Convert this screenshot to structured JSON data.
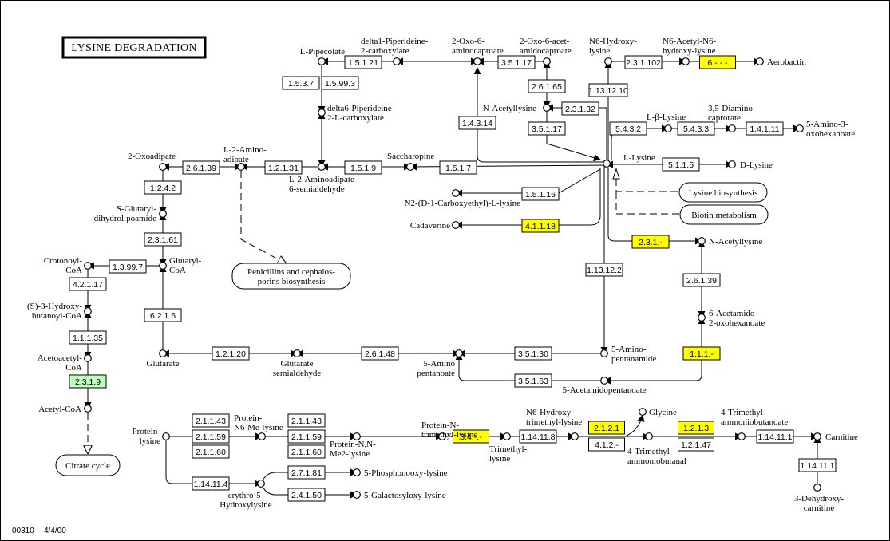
{
  "title": "LYSINE DEGRADATION",
  "footer": {
    "map_id": "00310",
    "date": "4/4/00"
  },
  "colors": {
    "highlight_yellow": "#ffff00",
    "highlight_green": "#bfffbf",
    "default_box": "#ffffff",
    "line": "#000000"
  },
  "compounds": {
    "l_pipecolate": [
      "L-Pipecolate"
    ],
    "delta1_piperideine": [
      "delta1-Piperideine-",
      "2-carboxylate"
    ],
    "oxo6_aminocaproate": [
      "2-Oxo-6-",
      "aminocaproate"
    ],
    "oxo6_acetamidocaproate": [
      "2-Oxo-6-acet-",
      "amidocaproate"
    ],
    "n6_hydroxy_lysine": [
      "N6-Hydroxy-",
      "lysine"
    ],
    "n6_acetyl_n6_hydroxy_lysine": [
      "N6-Acetyl-N6-",
      "hydroxy-lysine"
    ],
    "aerobactin": [
      "Aerobactin"
    ],
    "delta6_piperideine": [
      "delta6-Piperideine-",
      "2-L-carboxylate"
    ],
    "n_acetyllysine_top": [
      "N-Acetyllysine"
    ],
    "l_beta_lysine": [
      "L-β-Lysine"
    ],
    "diaminocaprorate": [
      "3,5-Diamino-",
      "caprorate"
    ],
    "amino_oxohexanoate": [
      "5-Amino-3-",
      "oxohexanoate"
    ],
    "oxoadipate": [
      "2-Oxoadipate"
    ],
    "l2_aminoadipate": [
      "L-2-Amino-",
      "adipate"
    ],
    "saccharopine": [
      "Saccharopine"
    ],
    "l_lysine": [
      "L-Lysine"
    ],
    "d_lysine": [
      "D-Lysine"
    ],
    "aminoadipate_semialdehyde": [
      "L-2-Aminoadipate",
      "6-semialdehyde"
    ],
    "n2_carboxyethyl_lysine": [
      "N2-(D-1-Carboxyethyl)-L-lysine"
    ],
    "cadaverine": [
      "Cadaverine"
    ],
    "s_glutaryl": [
      "S-Glutaryl-",
      "dihydrolipoamide"
    ],
    "crotonoyl_coa": [
      "Crotonoyl-",
      "CoA"
    ],
    "glutaryl_coa": [
      "Glutaryl-",
      "CoA"
    ],
    "hydroxybutanoyl_coa": [
      "(S)-3-Hydroxy-",
      "butanoyl-CoA"
    ],
    "acetoacetyl_coa": [
      "Acetoacetyl-",
      "CoA"
    ],
    "acetyl_coa": [
      "Acetyl-CoA"
    ],
    "glutarate": [
      "Glutarate"
    ],
    "glutarate_semialdehyde": [
      "Glutarate",
      "semialdehyde"
    ],
    "aminopentanoate": [
      "5-Amino",
      "pentanoate"
    ],
    "aminopentanamide": [
      "5-Amino-",
      "pentanamide"
    ],
    "acetamidopentanoate": [
      "5-Acetamidopentanoate"
    ],
    "n_acetyllysine_right": [
      "N-Acetyllysine"
    ],
    "acetamido_oxohexanoate": [
      "6-Acetamido-",
      "2-oxohexanoate"
    ],
    "protein_lysine": [
      "Protein-",
      "lysine"
    ],
    "protein_n6_me_lysine": [
      "Protein-",
      "N6-Me-lysine"
    ],
    "protein_nn_me2_lysine": [
      "Protein-N,N-",
      "Me2-lysine"
    ],
    "protein_n_trimethyl_lysine": [
      "Protein-N-",
      "trimethyl-lysine"
    ],
    "trimethyllysine": [
      "Trimethyl-",
      "lysine"
    ],
    "n6_hydroxy_trimethyl_lysine": [
      "N6-Hydroxy-",
      "trimethyl-lysine"
    ],
    "glycine": [
      "Glycine"
    ],
    "trimethylammoniobutanal": [
      "4-Trimethyl-",
      "ammoniobutanal"
    ],
    "trimethylammoniobutanoate": [
      "4-Trimethyl-",
      "ammoniobutanoate"
    ],
    "carnitine": [
      "Carnitine"
    ],
    "dehydroxycarnitine": [
      "3-Dehydroxy-",
      "carnitine"
    ],
    "erythro_hydroxylysine": [
      "erythro-5-",
      "Hydroxylysine"
    ],
    "phosphonooxy_lysine": [
      "5-Phosphonooxy-lysine"
    ],
    "galactosyloxy_lysine": [
      "5-Galactosyloxy-lysine"
    ]
  },
  "enzymes": {
    "e15121": {
      "label": "1.5.1.21",
      "status": "default"
    },
    "e15117a": {
      "label": "3.5.1.17",
      "status": "default"
    },
    "e231102": {
      "label": "2.3.1.102",
      "status": "default"
    },
    "e6xxx": {
      "label": "6.-.-.-",
      "status": "yellow"
    },
    "e1537": {
      "label": "1.5.3.7",
      "status": "default"
    },
    "e15993": {
      "label": "1.5.99.3",
      "status": "default"
    },
    "e26165": {
      "label": "2.6.1.65",
      "status": "default"
    },
    "e1131210": {
      "label": "1.13.12.10",
      "status": "default"
    },
    "e23132": {
      "label": "2.3.1.32",
      "status": "default"
    },
    "e14314": {
      "label": "1.4.3.14",
      "status": "default"
    },
    "e35117b": {
      "label": "3.5.1.17",
      "status": "default"
    },
    "e5432": {
      "label": "5.4.3.2",
      "status": "default"
    },
    "e5433": {
      "label": "5.4.3.3",
      "status": "default"
    },
    "e14111": {
      "label": "1.4.1.11",
      "status": "default"
    },
    "e26139a": {
      "label": "2.6.1.39",
      "status": "default"
    },
    "e12131": {
      "label": "1.2.1.31",
      "status": "default"
    },
    "e1519": {
      "label": "1.5.1.9",
      "status": "default"
    },
    "e1517": {
      "label": "1.5.1.7",
      "status": "default"
    },
    "e5115": {
      "label": "5.1.1.5",
      "status": "default"
    },
    "e1242": {
      "label": "1.2.4.2",
      "status": "default"
    },
    "e15116": {
      "label": "1.5.1.16",
      "status": "default"
    },
    "e41118": {
      "label": "4.1.1.18",
      "status": "yellow"
    },
    "e23161": {
      "label": "2.3.1.61",
      "status": "default"
    },
    "e23x": {
      "label": "2.3.1.-",
      "status": "yellow"
    },
    "e13997": {
      "label": "1.3.99.7",
      "status": "default"
    },
    "e42117": {
      "label": "4.2.1.17",
      "status": "default"
    },
    "e113122": {
      "label": "1.13.12.2",
      "status": "default"
    },
    "e26139b": {
      "label": "2.6.1.39",
      "status": "default"
    },
    "e6216": {
      "label": "6.2.1.6",
      "status": "default"
    },
    "e11135": {
      "label": "1.1.1.35",
      "status": "default"
    },
    "e12120": {
      "label": "1.2.1.20",
      "status": "default"
    },
    "e26148": {
      "label": "2.6.1.48",
      "status": "default"
    },
    "e35130": {
      "label": "3.5.1.30",
      "status": "default"
    },
    "e111x": {
      "label": "1.1.1.-",
      "status": "yellow"
    },
    "e2319": {
      "label": "2.3.1.9",
      "status": "green"
    },
    "e35163": {
      "label": "3.5.1.63",
      "status": "default"
    },
    "e21143a": {
      "label": "2.1.1.43",
      "status": "default"
    },
    "e21159a": {
      "label": "2.1.1.59",
      "status": "default"
    },
    "e21160a": {
      "label": "2.1.1.60",
      "status": "default"
    },
    "e21143b": {
      "label": "2.1.1.43",
      "status": "default"
    },
    "e21159b": {
      "label": "2.1.1.59",
      "status": "default"
    },
    "e21160b": {
      "label": "2.1.1.60",
      "status": "default"
    },
    "e34xx": {
      "label": "3.4.-.-",
      "status": "yellow"
    },
    "e114118": {
      "label": "1.14.11.8",
      "status": "default"
    },
    "e2121": {
      "label": "2.1.2.1",
      "status": "yellow"
    },
    "e412x": {
      "label": "4.1.2.-",
      "status": "default"
    },
    "e1213": {
      "label": "1.2.1.3",
      "status": "yellow"
    },
    "e12147": {
      "label": "1.2.1.47",
      "status": "default"
    },
    "e114111a": {
      "label": "1.14.11.1",
      "status": "default"
    },
    "e114111b": {
      "label": "1.14.11.1",
      "status": "default"
    },
    "e114114": {
      "label": "1.14.11.4",
      "status": "default"
    },
    "e27181": {
      "label": "2.7.1.81",
      "status": "default"
    },
    "e24150": {
      "label": "2.4.1.50",
      "status": "default"
    }
  },
  "maps": {
    "lysine_biosynthesis": [
      "Lysine biosynthesis"
    ],
    "biotin_metabolism": [
      "Biotin metabolism"
    ],
    "penicillins": [
      "Penicillins and cephalos-",
      "porins biosynthesis"
    ],
    "citrate_cycle": [
      "Citrate cycle"
    ]
  }
}
